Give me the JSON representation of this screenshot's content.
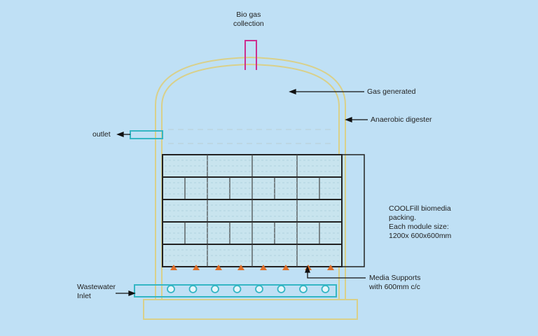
{
  "labels": {
    "biogas_collection": [
      "Bio gas",
      "collection"
    ],
    "gas_generated": "Gas generated",
    "anaerobic_digester": "Anaerobic digester",
    "outlet": "outlet",
    "packing": [
      "COOLFill biomedia",
      "packing.",
      "Each module size:",
      "1200x 600x600mm"
    ],
    "media_supports": [
      "Media Supports",
      "with 600mm c/c"
    ],
    "wastewater_inlet": [
      "Wastewater",
      "Inlet"
    ]
  },
  "colors": {
    "background": "#bfe0f5",
    "vessel_wall": "#d9d08a",
    "gas_pipe": "#cc2f8f",
    "water_pipe": "#35b6c4",
    "packing_frame": "#222222",
    "media_support": "#e0702a",
    "arrow": "#111111"
  },
  "packing_rows": [
    {
      "modules": 4
    },
    {
      "modules": 8
    },
    {
      "modules": 4
    },
    {
      "modules": 8
    },
    {
      "modules": 4
    }
  ],
  "media_support_count": 8,
  "inlet_nozzle_count": 8
}
